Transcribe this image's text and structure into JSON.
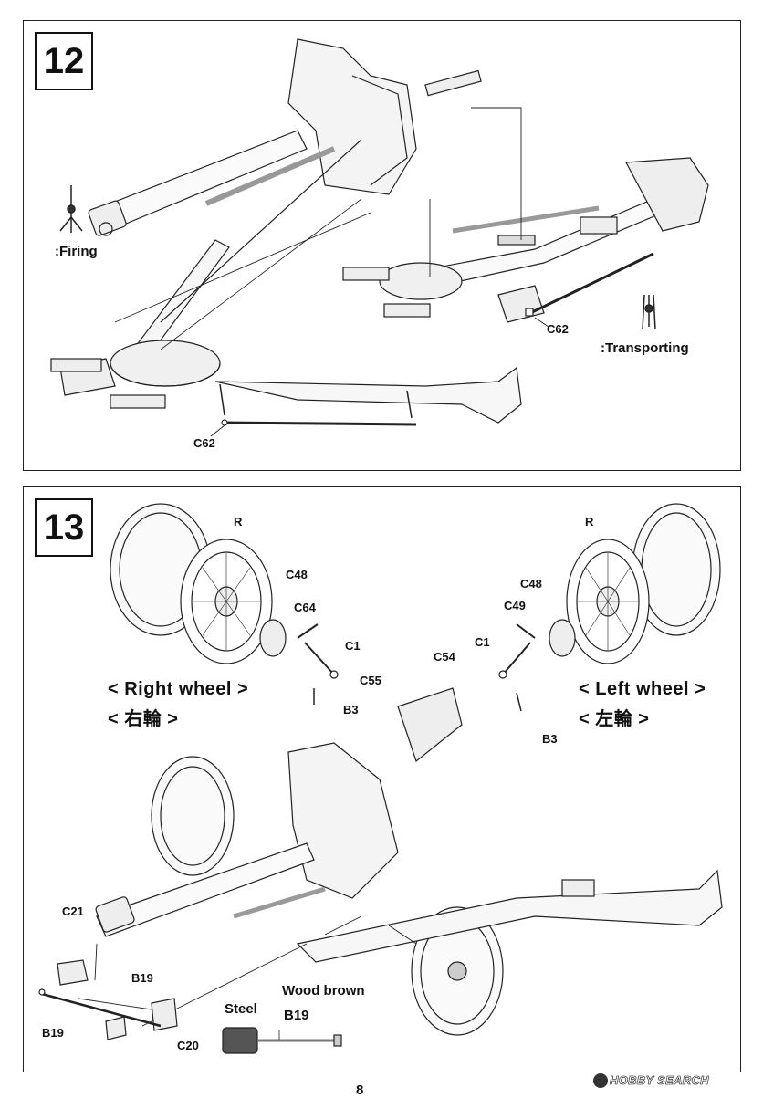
{
  "steps": [
    {
      "number": "12",
      "labels": {
        "firing": ":Firing",
        "transporting": ":Transporting",
        "part_a": "C62",
        "part_b": "C62"
      }
    },
    {
      "number": "13",
      "labels": {
        "r_right": "R",
        "c48_right": "C48",
        "c64": "C64",
        "c1_right": "C1",
        "c55": "C55",
        "b3_right": "B3",
        "right_wheel": "< Right wheel >",
        "right_wheel_jp": "< 右輪 >",
        "r_left": "R",
        "c48_left": "C48",
        "c49": "C49",
        "c1_left": "C1",
        "c54": "C54",
        "b3_left": "B3",
        "left_wheel": "< Left wheel >",
        "left_wheel_jp": "< 左輪 >",
        "c21": "C21",
        "b19_top": "B19",
        "b19_bottom": "B19",
        "c20": "C20",
        "steel": "Steel",
        "wood_brown": "Wood brown",
        "b19_paint": "B19"
      }
    }
  ],
  "page_number": "8",
  "watermark": "HOBBY SEARCH"
}
